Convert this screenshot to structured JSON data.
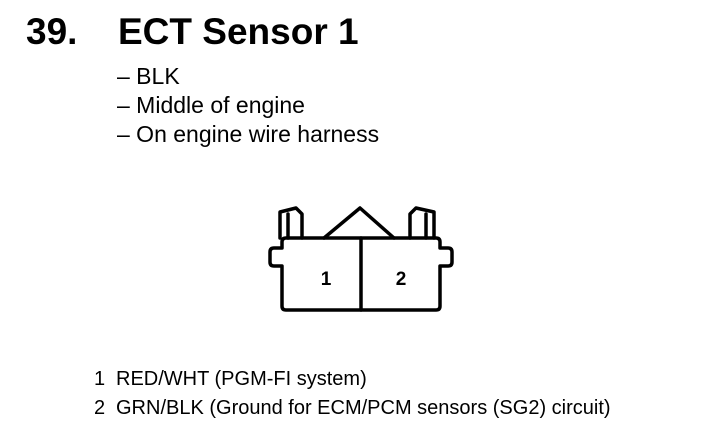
{
  "heading": {
    "number": "39.",
    "title": "ECT Sensor 1"
  },
  "details": [
    "– BLK",
    "– Middle of engine",
    "– On engine wire harness"
  ],
  "connector": {
    "pin_labels": [
      "1",
      "2"
    ]
  },
  "pins": [
    {
      "number": "1",
      "description": "RED/WHT (PGM-FI system)"
    },
    {
      "number": "2",
      "description": "GRN/BLK (Ground for ECM/PCM sensors (SG2) circuit)"
    }
  ]
}
